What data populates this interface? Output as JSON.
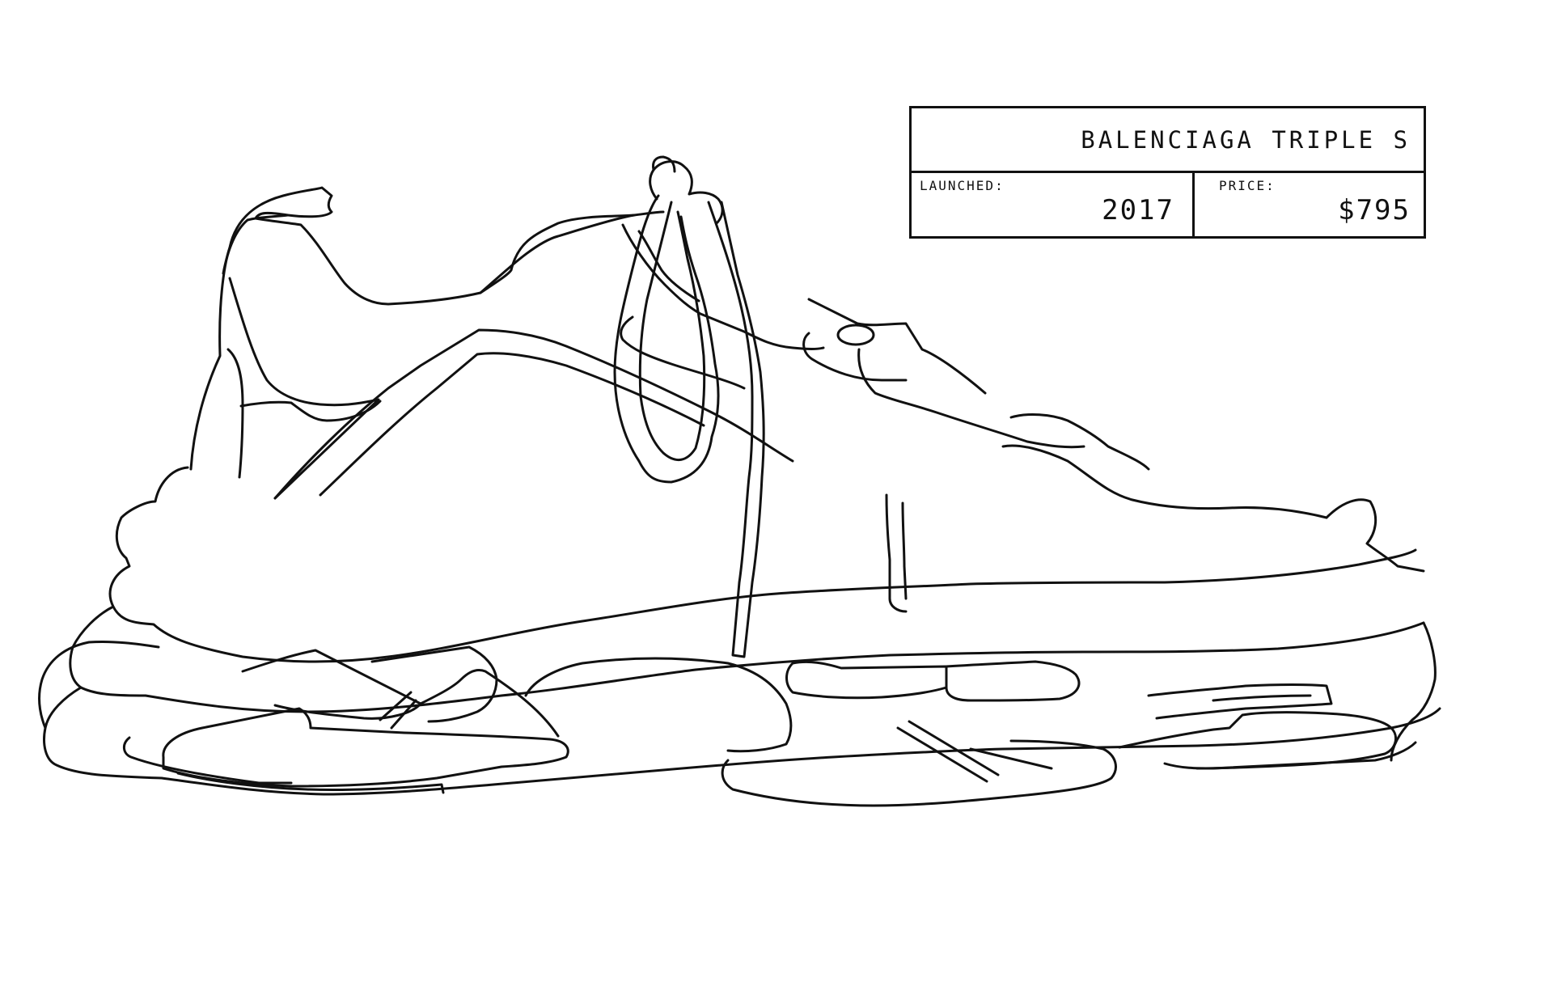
{
  "product": {
    "name": "BALENCIAGA TRIPLE S",
    "launched_label": "LAUNCHED:",
    "launched_value": "2017",
    "price_label": "PRICE:",
    "price_value": "$795"
  },
  "illustration": {
    "subject": "sneaker-line-drawing",
    "stroke_color": "#111111",
    "background_color": "#ffffff"
  }
}
